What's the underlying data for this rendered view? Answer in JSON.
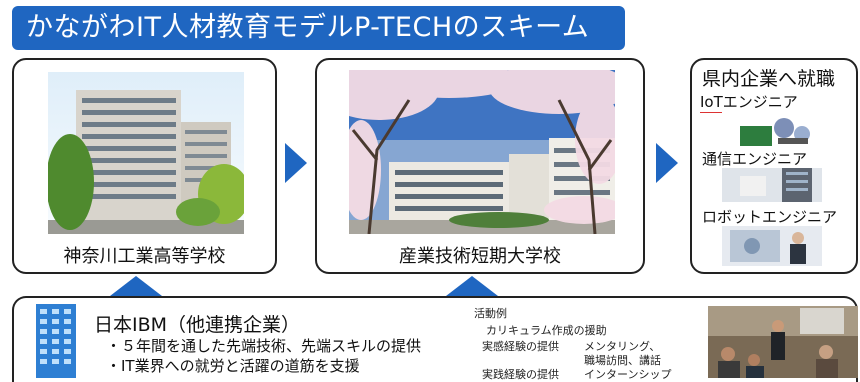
{
  "title": "かながわIT人材教育モデルP-TECHのスキーム",
  "schools": [
    {
      "name": "神奈川工業高等学校"
    },
    {
      "name": "産業技術短期大学校"
    }
  ],
  "employment": {
    "heading": "県内企業へ就職",
    "jobs": [
      "IoTエンジニア",
      "通信エンジニア",
      "ロボットエンジニア"
    ]
  },
  "partner": {
    "name": "日本IBM（他連携企業）",
    "bullets": [
      "・５年間を通した先端技術、先端スキルの提供",
      "・IT業界への就労と活躍の道筋を支援"
    ]
  },
  "activities": {
    "heading": "活動例",
    "curriculum": "カリキュラム作成の援助",
    "exp1_label": "実感経験の提供",
    "exp1_value": "メンタリング、",
    "exp1_value2": "職場訪問、講話",
    "exp2_label": "実践経験の提供",
    "exp2_value": "インターンシップ"
  },
  "colors": {
    "accent": "#1f66c1"
  }
}
